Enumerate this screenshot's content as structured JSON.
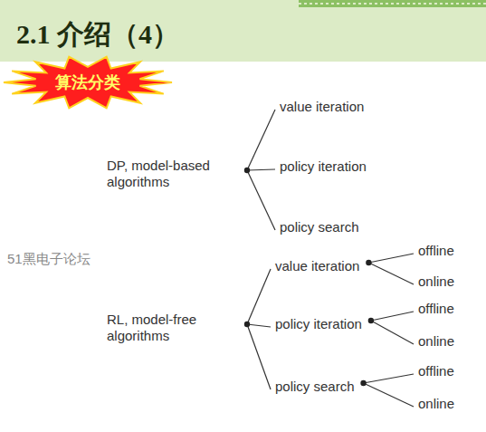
{
  "diagram": {
    "title": "2.1 介绍（4）",
    "nodes": [
      {
        "text": [
          "算法分类"
        ]
      },
      {
        "text": [
          "DP, model-based algorithms"
        ]
      },
      {
        "text": [
          "value iteration"
        ]
      },
      {
        "text": [
          "policy iteration"
        ]
      },
      {
        "text": [
          "policy search"
        ]
      },
      {
        "text": [
          "RL, model-free algorithms"
        ]
      },
      {
        "text": [
          "value iteration"
        ]
      },
      {
        "text": [
          "offline"
        ]
      },
      {
        "text": [
          "online"
        ]
      },
      {
        "text": [
          "policy iteration"
        ]
      },
      {
        "text": [
          "offline"
        ]
      },
      {
        "text": [
          "online"
        ]
      },
      {
        "text": [
          "policy search"
        ]
      },
      {
        "text": [
          "offline"
        ]
      },
      {
        "text": [
          "online"
        ]
      }
    ],
    "edges": [
      {
        "from": 1,
        "to": 2,
        "arrow": "none"
      },
      {
        "from": 1,
        "to": 3,
        "arrow": "none"
      },
      {
        "from": 1,
        "to": 4,
        "arrow": "none"
      },
      {
        "from": 5,
        "to": 6,
        "arrow": "none"
      },
      {
        "from": 5,
        "to": 9,
        "arrow": "none"
      },
      {
        "from": 5,
        "to": 12,
        "arrow": "none"
      },
      {
        "from": 6,
        "to": 7,
        "arrow": "none"
      },
      {
        "from": 6,
        "to": 8,
        "arrow": "none"
      },
      {
        "from": 9,
        "to": 10,
        "arrow": "none"
      },
      {
        "from": 9,
        "to": 11,
        "arrow": "none"
      },
      {
        "from": 12,
        "to": 13,
        "arrow": "none"
      },
      {
        "from": 12,
        "to": 14,
        "arrow": "none"
      }
    ],
    "labels": [
      "51黑电子论坛"
    ]
  }
}
